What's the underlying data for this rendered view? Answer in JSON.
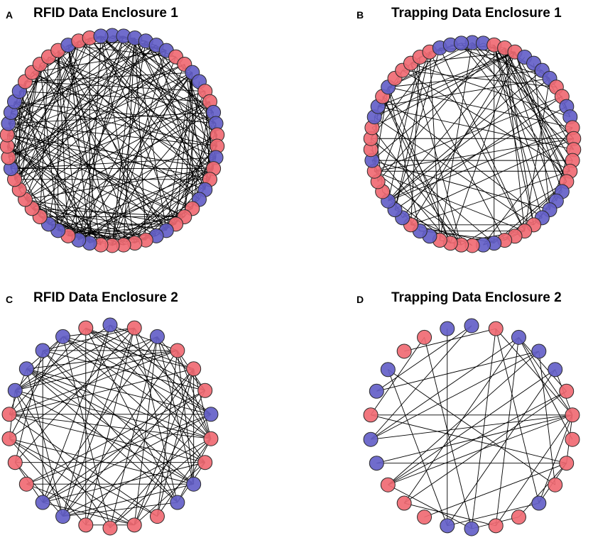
{
  "colors": {
    "red": "#f06a73",
    "blue": "#6460c8",
    "edge": "#000000",
    "node_stroke": "#2a2a2a"
  },
  "panels": [
    {
      "letter": "A",
      "title": "RFID Data Enclosure 1",
      "nodes": [
        "blue",
        "blue",
        "blue",
        "blue",
        "blue",
        "blue",
        "red",
        "red",
        "blue",
        "blue",
        "red",
        "red",
        "blue",
        "blue",
        "red",
        "red",
        "blue",
        "red",
        "red",
        "blue",
        "blue",
        "red",
        "red",
        "red",
        "blue",
        "blue",
        "red",
        "red",
        "red",
        "red",
        "red",
        "blue",
        "blue",
        "red",
        "blue",
        "blue",
        "red",
        "red",
        "red",
        "red",
        "red",
        "blue",
        "red",
        "red",
        "red",
        "blue",
        "blue",
        "blue",
        "blue",
        "red",
        "red",
        "red",
        "red",
        "red",
        "blue",
        "red",
        "red",
        "blue"
      ],
      "edge_count": 230,
      "seed": 11
    },
    {
      "letter": "B",
      "title": "Trapping Data Enclosure 1",
      "nodes": [
        "blue",
        "blue",
        "red",
        "red",
        "red",
        "blue",
        "blue",
        "blue",
        "blue",
        "red",
        "red",
        "blue",
        "blue",
        "red",
        "red",
        "red",
        "red",
        "red",
        "red",
        "blue",
        "blue",
        "blue",
        "blue",
        "red",
        "red",
        "red",
        "red",
        "blue",
        "blue",
        "red",
        "red",
        "red",
        "red",
        "blue",
        "blue",
        "red",
        "blue",
        "blue",
        "blue",
        "red",
        "red",
        "red",
        "blue",
        "red",
        "red",
        "red",
        "blue",
        "blue",
        "red",
        "blue",
        "red",
        "red",
        "red",
        "red",
        "red",
        "blue",
        "blue",
        "blue"
      ],
      "edge_count": 120,
      "seed": 23
    },
    {
      "letter": "C",
      "title": "RFID Data Enclosure 2",
      "nodes": [
        "blue",
        "red",
        "blue",
        "red",
        "red",
        "red",
        "blue",
        "red",
        "red",
        "blue",
        "blue",
        "red",
        "red",
        "red",
        "red",
        "blue",
        "blue",
        "red",
        "red",
        "red",
        "red",
        "blue",
        "blue",
        "blue",
        "blue",
        "red"
      ],
      "edge_count": 100,
      "seed": 37
    },
    {
      "letter": "D",
      "title": "Trapping Data Enclosure 2",
      "nodes": [
        "blue",
        "red",
        "blue",
        "blue",
        "blue",
        "red",
        "red",
        "red",
        "red",
        "red",
        "blue",
        "red",
        "red",
        "blue",
        "blue",
        "red",
        "red",
        "red",
        "blue",
        "blue",
        "red",
        "blue",
        "blue",
        "red",
        "red",
        "blue"
      ],
      "edge_count": 42,
      "seed": 53
    }
  ]
}
